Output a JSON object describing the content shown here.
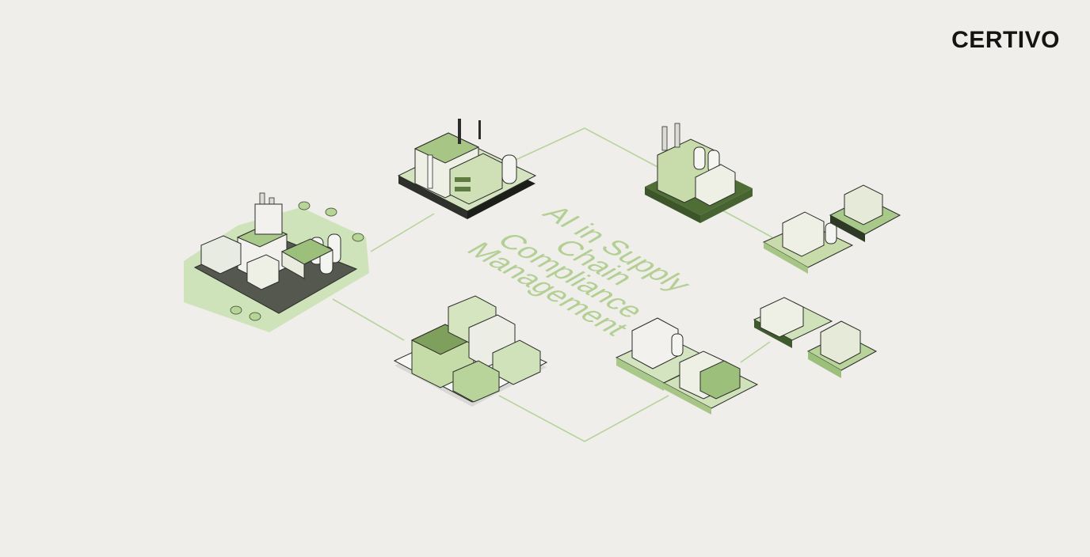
{
  "brand": {
    "logo_text": "CERTIVO"
  },
  "headline": {
    "lines": [
      "AI in Supply",
      "Chain",
      "Compliance",
      "Management"
    ]
  },
  "colors": {
    "background": "#efeeea",
    "connector": "#b7d39a",
    "accent_green": "#8fb46a",
    "dark_green": "#5b7a3e",
    "ink": "#141414"
  }
}
